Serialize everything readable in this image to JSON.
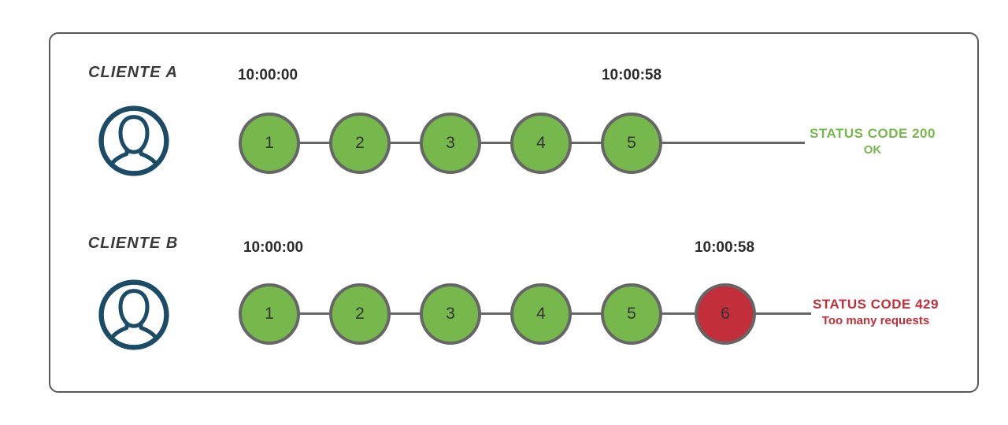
{
  "colors": {
    "green": "#77b84c",
    "red": "#c22e39",
    "connector": "#666666",
    "circle_border": "#666666",
    "number_text": "#333333",
    "timestamp_text": "#2b2b2b",
    "label_text": "#3a3a3a",
    "avatar": "#1b4b66",
    "frame_border": "#58585a"
  },
  "clients": [
    {
      "label": "CLIENTE A",
      "avatar": "user-avatar-icon",
      "start_time": "10:00:00",
      "end_time": "10:00:58",
      "requests": [
        {
          "number": "1",
          "status": "ok",
          "color": "#77b84c"
        },
        {
          "number": "2",
          "status": "ok",
          "color": "#77b84c"
        },
        {
          "number": "3",
          "status": "ok",
          "color": "#77b84c"
        },
        {
          "number": "4",
          "status": "ok",
          "color": "#77b84c"
        },
        {
          "number": "5",
          "status": "ok",
          "color": "#77b84c"
        }
      ],
      "status": {
        "line1": "STATUS CODE 200",
        "line2": "OK",
        "color": "#77b84c"
      }
    },
    {
      "label": "CLIENTE B",
      "avatar": "user-avatar-icon",
      "start_time": "10:00:00",
      "end_time": "10:00:58",
      "requests": [
        {
          "number": "1",
          "status": "ok",
          "color": "#77b84c"
        },
        {
          "number": "2",
          "status": "ok",
          "color": "#77b84c"
        },
        {
          "number": "3",
          "status": "ok",
          "color": "#77b84c"
        },
        {
          "number": "4",
          "status": "ok",
          "color": "#77b84c"
        },
        {
          "number": "5",
          "status": "ok",
          "color": "#77b84c"
        },
        {
          "number": "6",
          "status": "rate-limited",
          "color": "#c22e39"
        }
      ],
      "status": {
        "line1": "STATUS CODE 429",
        "line2": "Too many requests",
        "color": "#c22e39"
      }
    }
  ]
}
